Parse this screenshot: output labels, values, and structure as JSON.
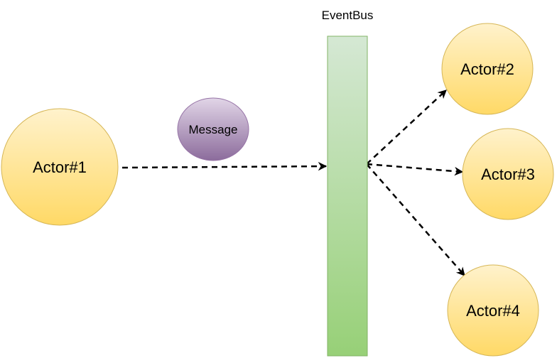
{
  "event_bus": {
    "label": "EventBus",
    "fill_top": "#d5e8d4",
    "fill_bottom": "#97d077",
    "stroke": "#82b366"
  },
  "message": {
    "label": "Message",
    "fill_top": "#e1d5e7",
    "fill_bottom": "#8c6c9c",
    "stroke": "#9673a6"
  },
  "actor_style": {
    "fill_top": "#fff2cc",
    "fill_bottom": "#ffd966",
    "stroke": "#d6b656"
  },
  "actors": [
    {
      "id": "actor1",
      "label": "Actor#1"
    },
    {
      "id": "actor2",
      "label": "Actor#2"
    },
    {
      "id": "actor3",
      "label": "Actor#3"
    },
    {
      "id": "actor4",
      "label": "Actor#4"
    }
  ],
  "connections": [
    {
      "from": "Actor#1",
      "to": "EventBus"
    },
    {
      "from": "EventBus",
      "to": "Actor#2"
    },
    {
      "from": "EventBus",
      "to": "Actor#3"
    },
    {
      "from": "EventBus",
      "to": "Actor#4"
    }
  ]
}
